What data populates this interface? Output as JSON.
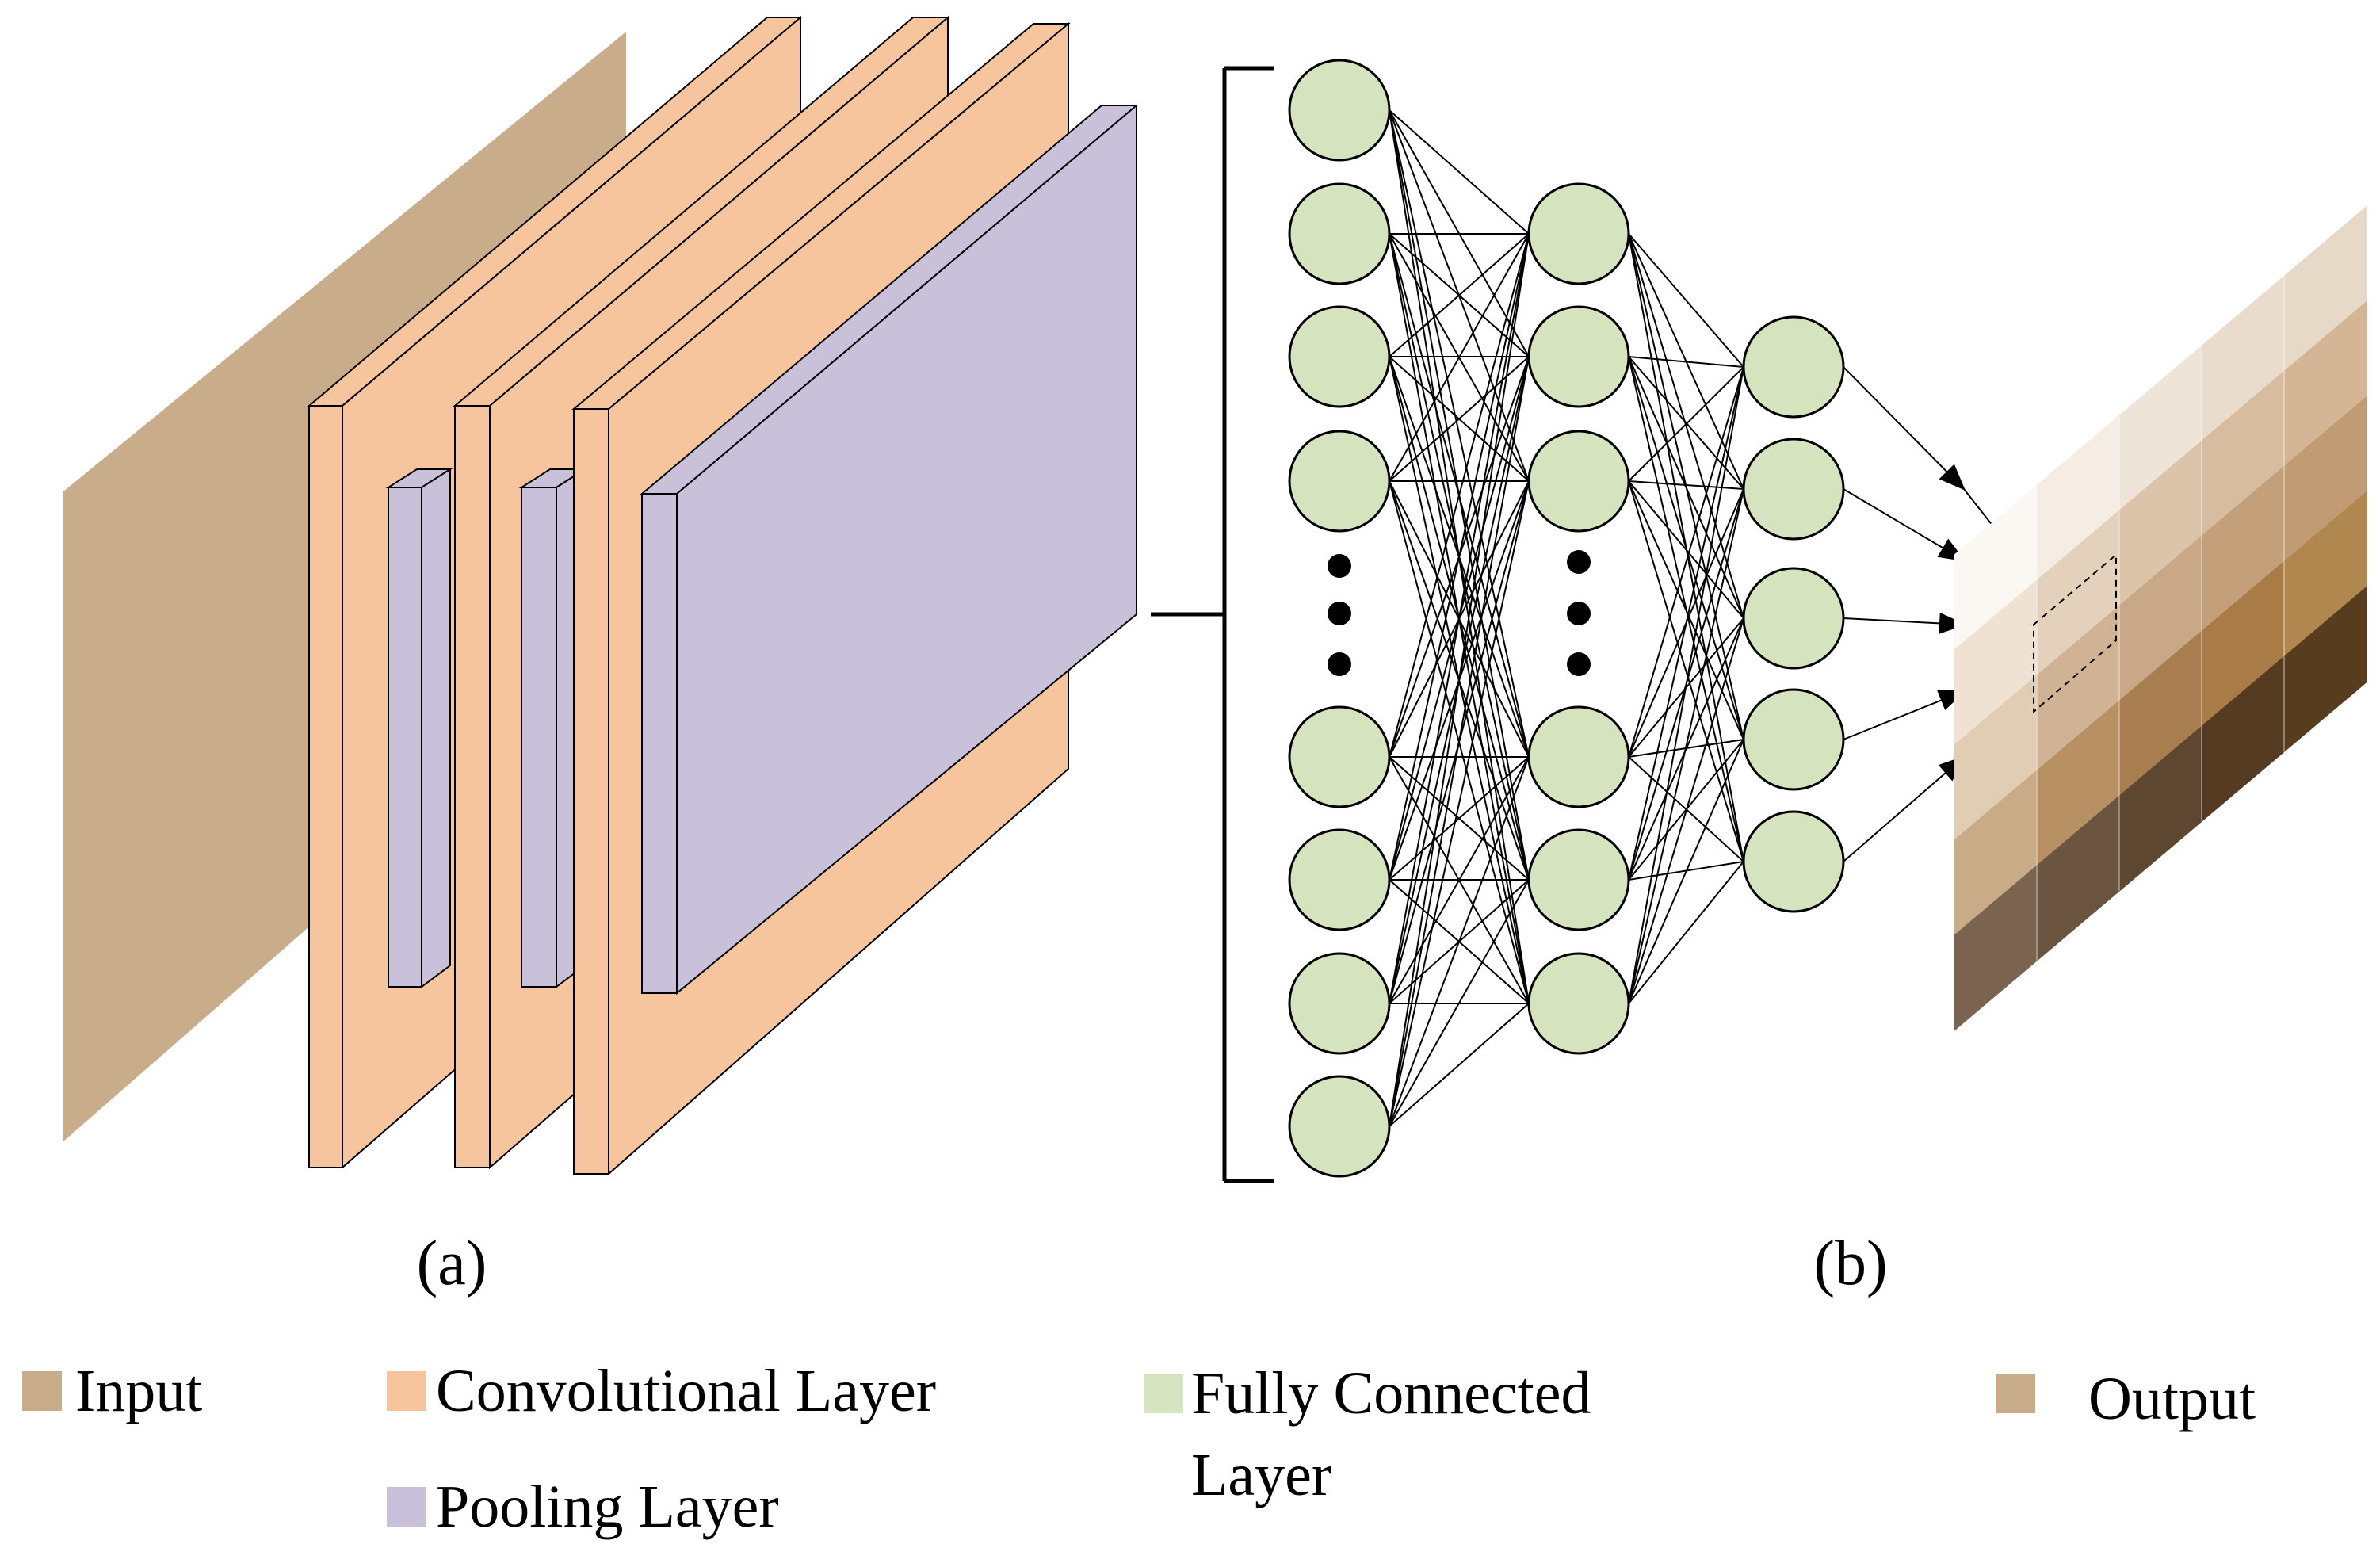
{
  "subfigure_labels": {
    "a": "(a)",
    "b": "(b)"
  },
  "legend": {
    "input": {
      "label": "Input",
      "color": "#c9ac8a"
    },
    "conv": {
      "label": "Convolutional Layer",
      "color": "#f7c59d"
    },
    "fc": {
      "label_line1": "Fully Connected",
      "label_line2": "Layer",
      "color": "#d5e4be"
    },
    "output": {
      "label": "Output",
      "color": "#c9ac8a"
    },
    "pool": {
      "label": "Pooling Layer",
      "color": "#c9c1d9"
    }
  },
  "colors": {
    "input": "#c9ac8a",
    "conv_front": "#f7c59d",
    "pool": "#c9c1d9",
    "neuron": "#d5e4be",
    "stroke": "#000000"
  },
  "network": {
    "layers": [
      {
        "name": "fc-layer-1",
        "visible_neurons": 8,
        "ellipsis": true
      },
      {
        "name": "fc-layer-2",
        "visible_neurons": 6,
        "ellipsis": true
      },
      {
        "name": "fc-layer-3",
        "visible_neurons": 5,
        "ellipsis": false
      }
    ]
  },
  "output_grid": {
    "rows": 5,
    "cols": 5
  }
}
